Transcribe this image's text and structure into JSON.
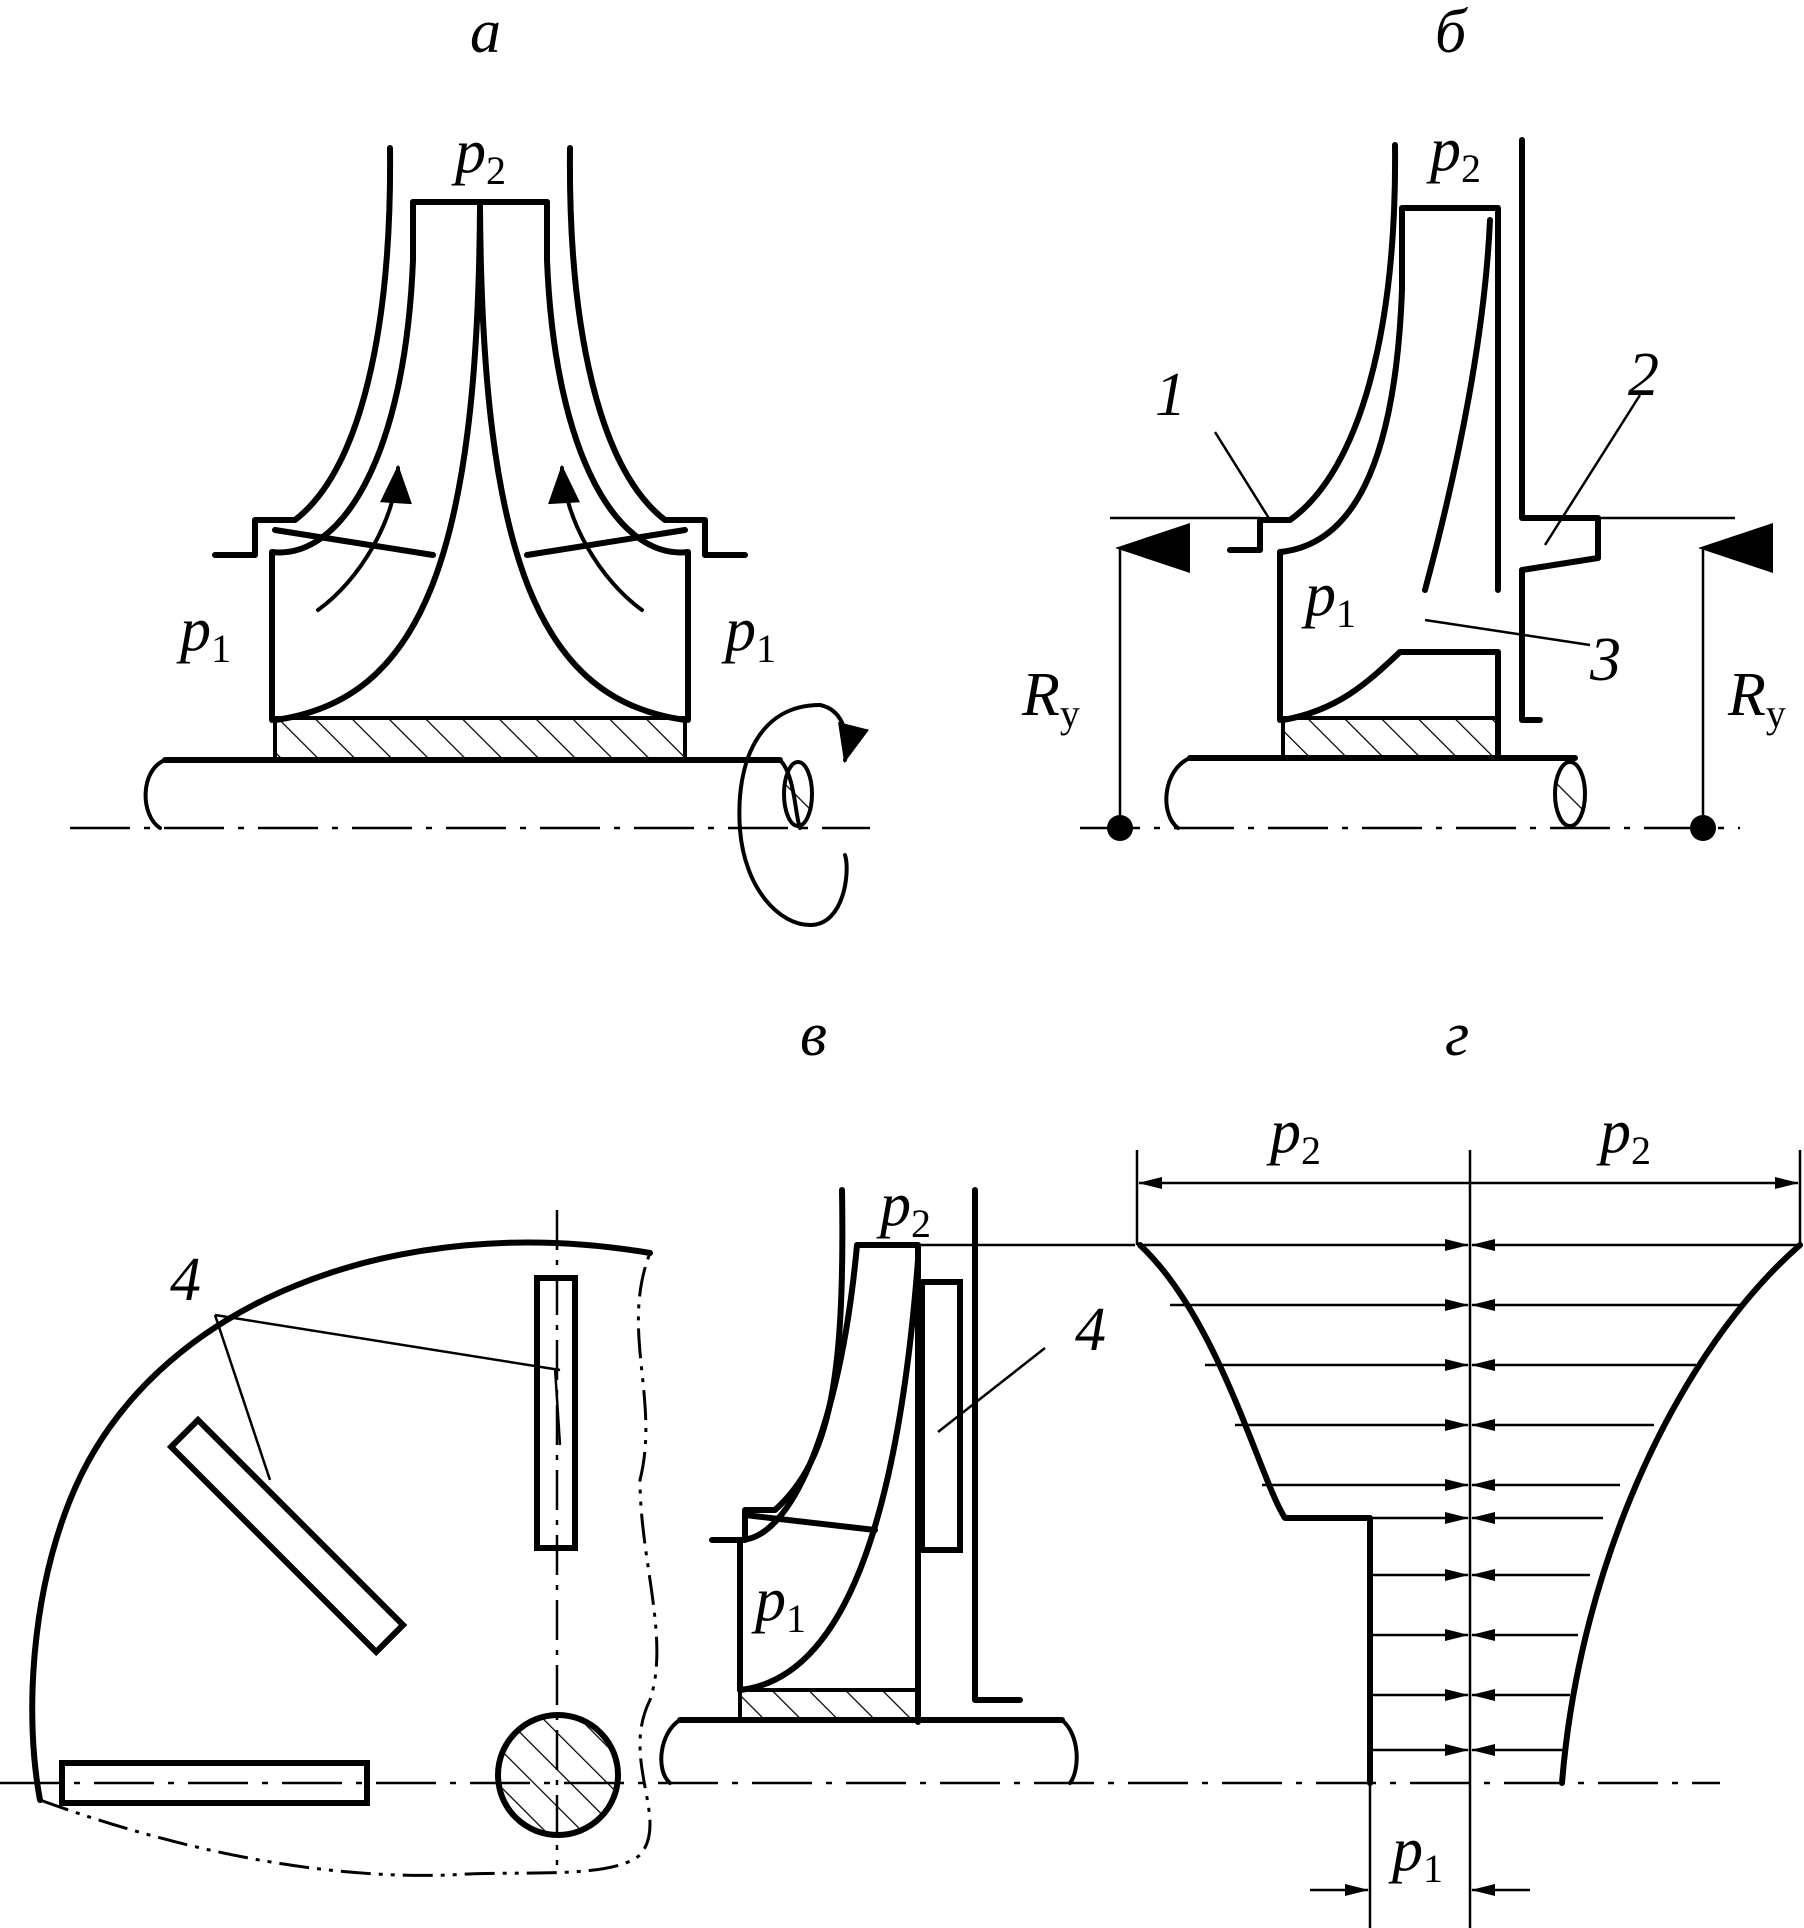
{
  "panels": {
    "a": {
      "title": "а",
      "p2": "p",
      "p2_sub": "2",
      "p1_left": "p",
      "p1_left_sub": "1",
      "p1_right": "p",
      "p1_right_sub": "1"
    },
    "b": {
      "title": "б",
      "p2": "p",
      "p2_sub": "2",
      "p1": "p",
      "p1_sub": "1",
      "ry_left": "R",
      "ry_left_sub": "у",
      "ry_right": "R",
      "ry_right_sub": "у",
      "label_1": "1",
      "label_2": "2",
      "label_3": "3"
    },
    "v": {
      "title": "в",
      "p2": "p",
      "p2_sub": "2",
      "p1": "p",
      "p1_sub": "1",
      "label_4_left": "4",
      "label_4_right": "4"
    },
    "g": {
      "title": "г",
      "p2_left": "p",
      "p2_left_sub": "2",
      "p2_right": "p",
      "p2_right_sub": "2",
      "p1": "p",
      "p1_sub": "1"
    }
  }
}
